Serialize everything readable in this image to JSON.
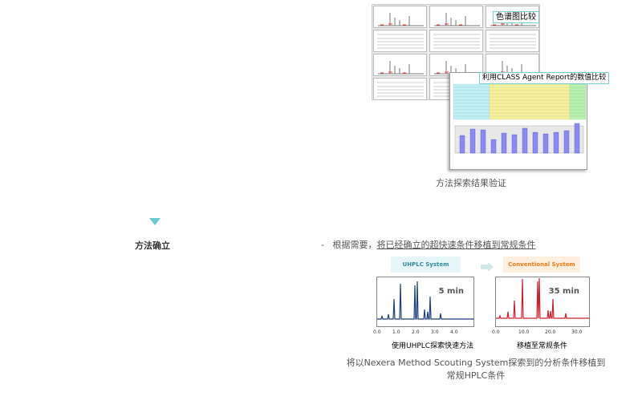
{
  "verification": {
    "chromatogram_label": "色谱图比较",
    "report_label": "利用CLASS Agent Report的数值比较",
    "caption": "方法探索结果验证"
  },
  "section": {
    "title": "方法确立"
  },
  "bullet": {
    "dash": "-",
    "prefix": "根据需要，",
    "link": "将已经确立的超快速条件移植到常规条件"
  },
  "transfer": {
    "left_system": "UHPLC System",
    "right_system": "Conventional System",
    "left_time": "5 min",
    "right_time": "35 min",
    "left_ticks": [
      "0.0",
      "1.0",
      "2.0",
      "3.0",
      "4.0"
    ],
    "right_ticks": [
      "0.0",
      "10.0",
      "20.0",
      "30.0"
    ],
    "left_caption": "使用UHPLC探索快速方法",
    "right_caption": "移植至常规条件",
    "colors": {
      "uhplc": "#1f3f7f",
      "conventional": "#cc1f2f",
      "uhplc_bg": "#e6f6f8",
      "conv_bg": "#fdf0df"
    }
  },
  "footer": {
    "line1": "将以Nexera Method Scouting System探索到的分析条件移植到",
    "line2": "常规HPLC条件"
  }
}
